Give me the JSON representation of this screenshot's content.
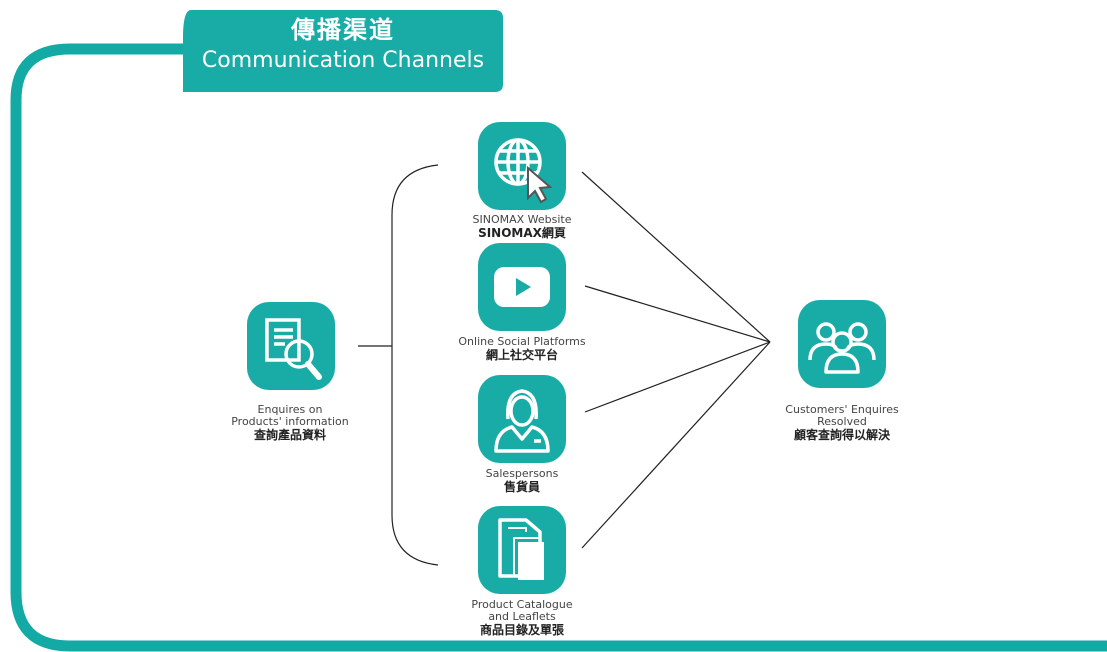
{
  "header": {
    "title_zh": "傳播渠道",
    "title_en": "Communication Channels"
  },
  "colors": {
    "teal": "#19aba6",
    "frame": "#13aaa5"
  },
  "source": {
    "line1": "Enquires on",
    "line2": "Products' information",
    "zh": "查詢產品資料",
    "icon": "document-search-icon"
  },
  "channels": [
    {
      "line1": "SINOMAX Website",
      "zh": "SINOMAX網頁",
      "icon": "globe-cursor-icon"
    },
    {
      "line1": "Online Social Platforms",
      "zh": "網上社交平台",
      "icon": "play-button-icon"
    },
    {
      "line1": "Salespersons",
      "zh": "售貨員",
      "icon": "salesperson-icon"
    },
    {
      "line1": "Product Catalogue",
      "line2": "and Leaflets",
      "zh": "商品目錄及單張",
      "icon": "leaflet-icon"
    }
  ],
  "result": {
    "line1": "Customers' Enquires",
    "line2": "Resolved",
    "zh": "顧客查詢得以解決",
    "icon": "customers-group-icon"
  }
}
